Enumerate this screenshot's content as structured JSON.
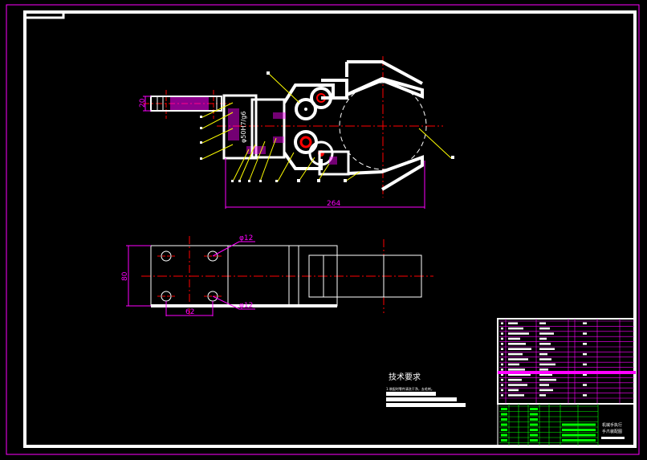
{
  "colors": {
    "background": "#000000",
    "outer_border": "#ff00ff",
    "inner_border": "#ffffff",
    "centerline": "#ff0000",
    "dimension": "#ff00ff",
    "leader": "#ffff00",
    "hatch": "#ff00ff",
    "table_lines": "#ff00ff",
    "table_green": "#00ff00"
  },
  "dimensions": {
    "side_bar_height": "20",
    "overall_width": "264",
    "bore_label": "φ50H7/g6",
    "plan_height": "80",
    "hole_spacing": "62",
    "hole_dia_top": "φ12",
    "hole_dia_bottom": "φ12"
  },
  "notes": {
    "title": "技术要求",
    "line1": "1.装配时零件清洗干净，去毛刺。"
  },
  "title_block": {
    "drawing_name_line1": "机械手执行",
    "drawing_name_line2": "手爪装配图"
  }
}
